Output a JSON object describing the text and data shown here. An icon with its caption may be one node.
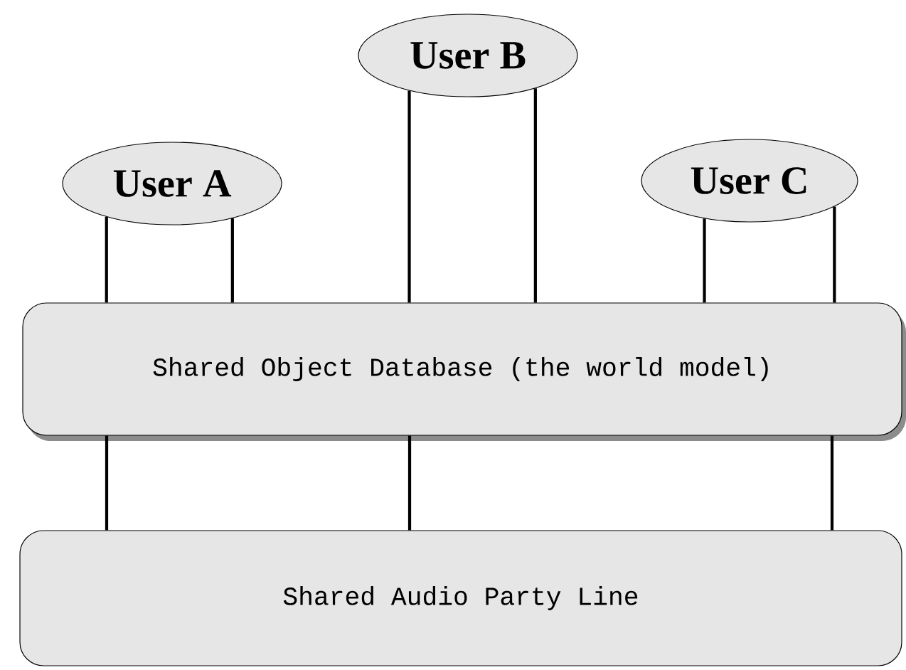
{
  "diagram": {
    "nodes": [
      {
        "text": [
          "User A"
        ]
      },
      {
        "text": [
          "User B"
        ]
      },
      {
        "text": [
          "User C"
        ]
      },
      {
        "text": [
          "Shared Object Database (the world model)"
        ]
      },
      {
        "text": [
          "Shared Audio Party Line"
        ]
      }
    ],
    "edges": [
      {
        "from": 0,
        "to": 3,
        "arrow": "none"
      },
      {
        "from": 0,
        "to": 3,
        "arrow": "none"
      },
      {
        "from": 1,
        "to": 3,
        "arrow": "none"
      },
      {
        "from": 1,
        "to": 3,
        "arrow": "none"
      },
      {
        "from": 2,
        "to": 3,
        "arrow": "none"
      },
      {
        "from": 2,
        "to": 3,
        "arrow": "none"
      },
      {
        "from": 3,
        "to": 4,
        "arrow": "none"
      },
      {
        "from": 3,
        "to": 4,
        "arrow": "none"
      },
      {
        "from": 3,
        "to": 4,
        "arrow": "none"
      }
    ]
  }
}
